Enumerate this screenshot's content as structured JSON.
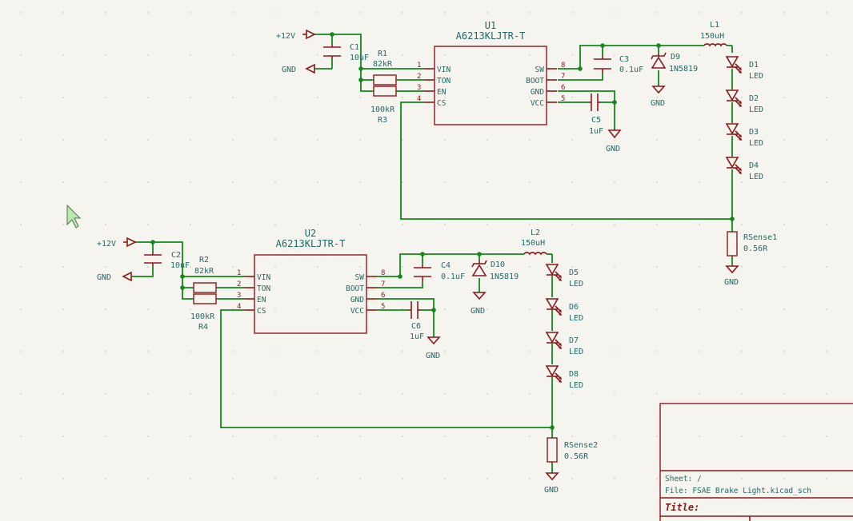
{
  "u1": {
    "ref": "U1",
    "value": "A6213KLJTR-T",
    "pins_left": [
      {
        "num": "1",
        "name": "VIN"
      },
      {
        "num": "2",
        "name": "TON"
      },
      {
        "num": "3",
        "name": "EN"
      },
      {
        "num": "4",
        "name": "CS"
      }
    ],
    "pins_right": [
      {
        "num": "8",
        "name": "SW"
      },
      {
        "num": "7",
        "name": "BOOT"
      },
      {
        "num": "6",
        "name": "GND"
      },
      {
        "num": "5",
        "name": "VCC"
      }
    ]
  },
  "u2": {
    "ref": "U2",
    "value": "A6213KLJTR-T",
    "pins_left": [
      {
        "num": "1",
        "name": "VIN"
      },
      {
        "num": "2",
        "name": "TON"
      },
      {
        "num": "3",
        "name": "EN"
      },
      {
        "num": "4",
        "name": "CS"
      }
    ],
    "pins_right": [
      {
        "num": "8",
        "name": "SW"
      },
      {
        "num": "7",
        "name": "BOOT"
      },
      {
        "num": "6",
        "name": "GND"
      },
      {
        "num": "5",
        "name": "VCC"
      }
    ]
  },
  "power": {
    "vplus": "+12V",
    "gnd": "GND"
  },
  "c1": {
    "ref": "C1",
    "value": "10uF"
  },
  "c2": {
    "ref": "C2",
    "value": "10uF"
  },
  "c3": {
    "ref": "C3",
    "value": "0.1uF"
  },
  "c4": {
    "ref": "C4",
    "value": "0.1uF"
  },
  "c5": {
    "ref": "C5",
    "value": "1uF"
  },
  "c6": {
    "ref": "C6",
    "value": "1uF"
  },
  "r1": {
    "ref": "R1",
    "value": "82kR"
  },
  "r2": {
    "ref": "R2",
    "value": "82kR"
  },
  "r3": {
    "ref": "R3",
    "value": "100kR"
  },
  "r4": {
    "ref": "R4",
    "value": "100kR"
  },
  "d9": {
    "ref": "D9",
    "value": "1N5819"
  },
  "d10": {
    "ref": "D10",
    "value": "1N5819"
  },
  "l1": {
    "ref": "L1",
    "value": "150uH"
  },
  "l2": {
    "ref": "L2",
    "value": "150uH"
  },
  "leds": [
    {
      "ref": "D1",
      "value": "LED"
    },
    {
      "ref": "D2",
      "value": "LED"
    },
    {
      "ref": "D3",
      "value": "LED"
    },
    {
      "ref": "D4",
      "value": "LED"
    },
    {
      "ref": "D5",
      "value": "LED"
    },
    {
      "ref": "D6",
      "value": "LED"
    },
    {
      "ref": "D7",
      "value": "LED"
    },
    {
      "ref": "D8",
      "value": "LED"
    }
  ],
  "rsense1": {
    "ref": "RSense1",
    "value": "0.56R"
  },
  "rsense2": {
    "ref": "RSense2",
    "value": "0.56R"
  },
  "title_block": {
    "sheet": "Sheet: /",
    "file": "File: FSAE Brake Light.kicad_sch",
    "title_label": "Title:"
  },
  "colors": {
    "wire": "#12891a",
    "component": "#8a1a1a",
    "text": "#1f6a6a",
    "background": "#f5f4ef"
  }
}
